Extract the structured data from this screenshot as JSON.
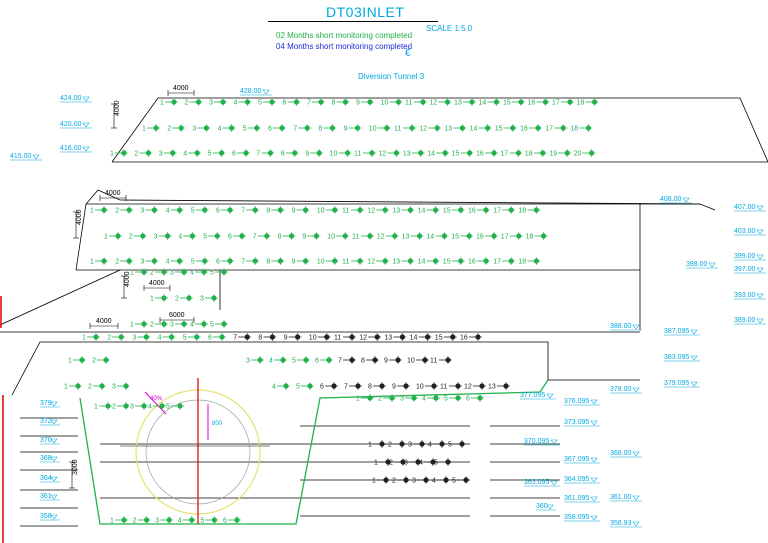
{
  "title": "DT03INLET",
  "scale": "SCALE 1:5.0",
  "legend": {
    "green": "02 Months short monitoring completed",
    "blue": "04 Months short monitoring completed"
  },
  "tunnel_label": "Diversion Tunnel 3",
  "tunnel_symbol": "€",
  "colors": {
    "green": "#22b14c",
    "dark": "#222222",
    "cyan": "#00a8e0",
    "magenta": "#e000e0",
    "red": "#e01010",
    "yellow": "#e8e070",
    "line": "#000000"
  },
  "dims": [
    "4000",
    "4000",
    "4000",
    "4000",
    "4000",
    "4000",
    "6000",
    "4000",
    "3000",
    "4000",
    "800",
    "40%"
  ],
  "left_levels": [
    "424.00",
    "420.00",
    "416.00",
    "415.00"
  ],
  "right_levels": [
    "408.00",
    "407.00",
    "403.00",
    "399.00",
    "398.00",
    "397.00",
    "393.00",
    "389.00",
    "388.00",
    "387.095",
    "383.095",
    "379.095",
    "378.00",
    "377.095",
    "376.095",
    "373.095",
    "370.095",
    "368.00",
    "367.095",
    "364.095",
    "363.095",
    "361.095",
    "361.00",
    "360",
    "358.095",
    "356.93"
  ],
  "top_level": "428.00",
  "low_left": [
    "379",
    "372",
    "370",
    "368",
    "364",
    "361",
    "358"
  ],
  "rows": [
    {
      "id": "r1",
      "nums": [
        "1",
        "2",
        "3",
        "4",
        "5",
        "6",
        "7",
        "8",
        "9",
        "10",
        "11",
        "12",
        "13",
        "14",
        "15",
        "16",
        "17",
        "18"
      ],
      "color": "green"
    },
    {
      "id": "r2",
      "nums": [
        "1",
        "2",
        "3",
        "4",
        "5",
        "6",
        "7",
        "8",
        "9",
        "10",
        "11",
        "12",
        "13",
        "14",
        "15",
        "16",
        "17",
        "18"
      ],
      "color": "green"
    },
    {
      "id": "r3",
      "nums": [
        "1",
        "2",
        "3",
        "4",
        "5",
        "6",
        "7",
        "8",
        "9",
        "10",
        "11",
        "12",
        "13",
        "14",
        "15",
        "16",
        "17",
        "18",
        "19",
        "20"
      ],
      "color": "green"
    },
    {
      "id": "r4",
      "nums": [
        "1",
        "2",
        "3",
        "4",
        "5",
        "6",
        "7",
        "8",
        "9",
        "10",
        "11",
        "12",
        "13",
        "14",
        "15",
        "16",
        "17",
        "18"
      ],
      "color": "green"
    },
    {
      "id": "r5",
      "nums": [
        "1",
        "2",
        "3",
        "4",
        "5",
        "6",
        "7",
        "8",
        "9",
        "10",
        "11",
        "12",
        "13",
        "14",
        "15",
        "16",
        "17",
        "18"
      ],
      "color": "green"
    },
    {
      "id": "r6",
      "nums": [
        "1",
        "2",
        "3",
        "4",
        "5",
        "6",
        "7",
        "8",
        "9",
        "10",
        "11",
        "12",
        "13",
        "14",
        "15",
        "16",
        "17",
        "18"
      ],
      "color": "green"
    },
    {
      "id": "r7",
      "nums": [
        "1",
        "2",
        "3",
        "4",
        "5"
      ],
      "color": "green"
    },
    {
      "id": "r8",
      "nums": [
        "1",
        "2",
        "3"
      ],
      "color": "green"
    },
    {
      "id": "r9",
      "nums": [
        "1",
        "2",
        "3",
        "4",
        "5"
      ],
      "color": "green"
    },
    {
      "id": "r10",
      "nums": [
        "1",
        "2",
        "3",
        "4",
        "5",
        "6",
        "7",
        "8",
        "9",
        "10",
        "11",
        "12",
        "13",
        "14",
        "15",
        "16"
      ],
      "color": "mixed"
    },
    {
      "id": "r11a",
      "nums": [
        "1",
        "2"
      ],
      "color": "green"
    },
    {
      "id": "r11b",
      "nums": [
        "3",
        "4",
        "5",
        "6",
        "7",
        "8",
        "9",
        "10",
        "11"
      ],
      "color": "mixed"
    },
    {
      "id": "r12a",
      "nums": [
        "1",
        "2",
        "3"
      ],
      "color": "green"
    },
    {
      "id": "r12b",
      "nums": [
        "4",
        "5",
        "6",
        "7",
        "8",
        "9",
        "10",
        "11",
        "12",
        "13"
      ],
      "color": "mixed"
    },
    {
      "id": "r13",
      "nums": [
        "1",
        "2",
        "3",
        "4",
        "5",
        "6"
      ],
      "color": "green"
    },
    {
      "id": "r14",
      "nums": [
        "1",
        "2",
        "3",
        "4",
        "5"
      ],
      "color": "green"
    },
    {
      "id": "r15",
      "nums": [
        "1",
        "2",
        "3",
        "4",
        "5"
      ],
      "color": "dark"
    },
    {
      "id": "r16",
      "nums": [
        "1",
        "2",
        "3",
        "4",
        "5"
      ],
      "color": "dark"
    },
    {
      "id": "r17",
      "nums": [
        "1",
        "2",
        "3",
        "4",
        "5"
      ],
      "color": "dark"
    },
    {
      "id": "r18",
      "nums": [
        "1",
        "2",
        "3",
        "4",
        "5",
        "6"
      ],
      "color": "green"
    }
  ]
}
